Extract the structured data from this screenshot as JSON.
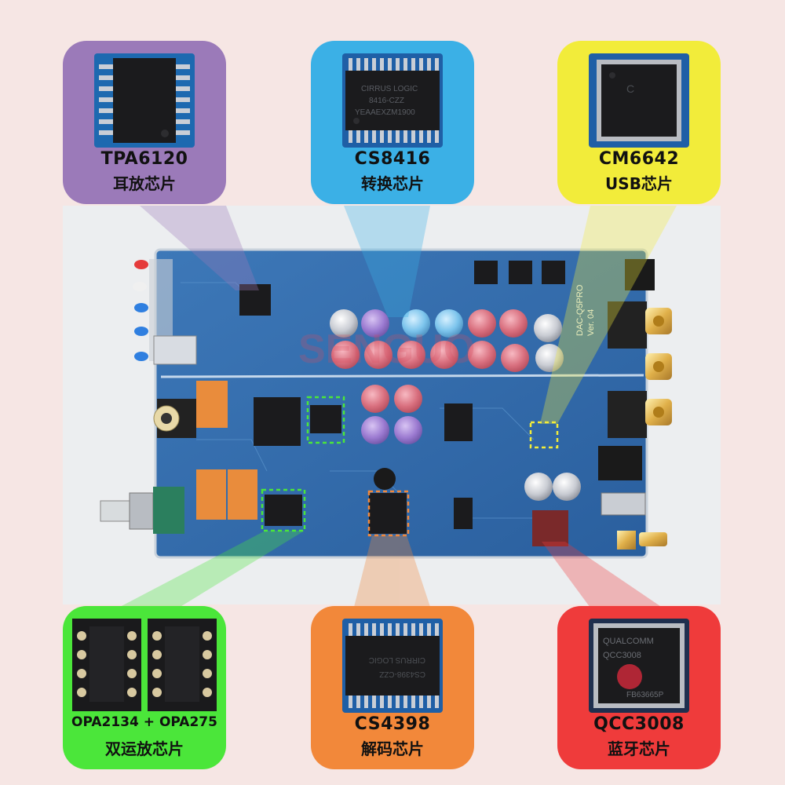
{
  "chips": [
    {
      "id": "tpa6120",
      "model": "TPA6120",
      "desc": "耳放芯片",
      "color": "#9b7ab9"
    },
    {
      "id": "cs8416",
      "model": "CS8416",
      "desc": "转换芯片",
      "color": "#3bb0e6"
    },
    {
      "id": "cm6642",
      "model": "CM6642",
      "desc": "USB芯片",
      "color": "#f2ec3a"
    },
    {
      "id": "opa",
      "model": "OPA2134 + OPA275",
      "desc": "双运放芯片",
      "color": "#4be63a"
    },
    {
      "id": "cs4398",
      "model": "CS4398",
      "desc": "解码芯片",
      "color": "#f2883a"
    },
    {
      "id": "qcc3008",
      "model": "QCC3008",
      "desc": "蓝牙芯片",
      "color": "#ef3b3b"
    }
  ],
  "chip_markings": {
    "cs8416": [
      "CIRRUS LOGIC",
      "8416-CZZ",
      "YEAAEXZM1900"
    ],
    "cm6642": [
      "C"
    ],
    "cs4398": [
      "CS4398-CZZ",
      "CIRRUS LOGIC"
    ],
    "qcc3008": [
      "QUALCOMM",
      "QCC3008",
      "FB63665P"
    ]
  },
  "board_silkscreen": [
    "DAC-Q5PRO",
    "Ver. 04"
  ],
  "watermark": "SENGUO"
}
